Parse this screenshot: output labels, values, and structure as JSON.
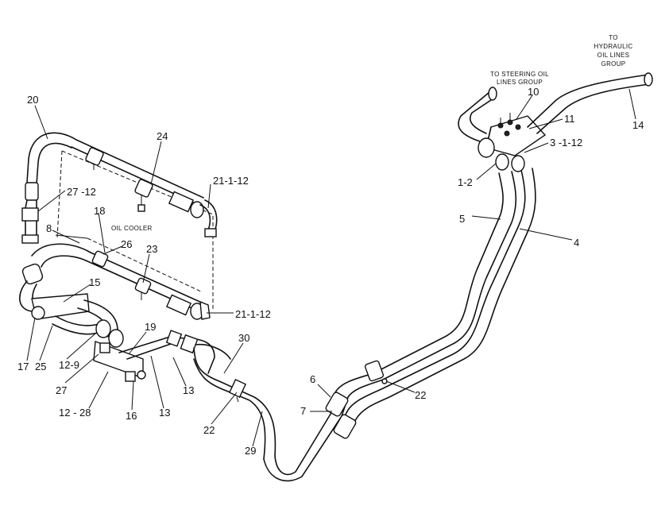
{
  "notes": {
    "to_hydraulic": [
      "TO",
      "HYDRAULIC",
      "OIL LINES",
      "GROUP"
    ],
    "to_steering": [
      "TO STEERING OIL",
      "LINES GROUP"
    ],
    "oil_cooler": "OIL COOLER"
  },
  "callouts": {
    "c20": "20",
    "c24": "24",
    "c21_top": "21-1-12",
    "c27_top": "27 -12",
    "c18": "18",
    "c8": "8",
    "c26": "26",
    "c23": "23",
    "c15": "15",
    "c21_bottom": "21-1-12",
    "c19": "19",
    "c17": "17",
    "c25": "25",
    "c12_9": "12-9",
    "c27_bottom": "27",
    "c12_28": "12 - 28",
    "c16": "16",
    "c13_a": "13",
    "c13_b": "13",
    "c30": "30",
    "c22_left": "22",
    "c29": "29",
    "c6": "6",
    "c7": "7",
    "c22_right": "22",
    "c1_2": "1-2",
    "c5": "5",
    "c4": "4",
    "c3_1_12": "3 -1-12",
    "c10": "10",
    "c11": "11",
    "c14": "14"
  }
}
